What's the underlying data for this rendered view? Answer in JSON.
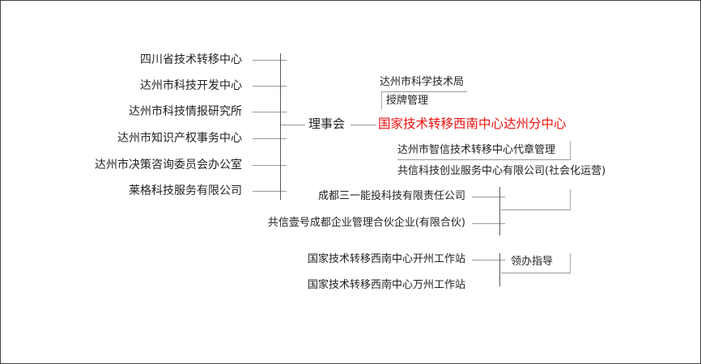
{
  "members": [
    "四川省技术转移中心",
    "达州市科技开发中心",
    "达州市科技情报研究所",
    "达州市知识产权事务中心",
    "达州市决策咨询委员会办公室",
    "莱格科技服务有限公司"
  ],
  "council": "理事会",
  "center": "国家技术转移西南中心达州分中心",
  "center_color": "#ee1111",
  "authority": "达州市科学技术局",
  "authority_relation": "授牌管理",
  "agent": "达州市智信技术转移中心代章管理",
  "operator": "共信科技创业服务中心有限公司(社会化运营)",
  "investors": [
    "成都三一能投科技有限责任公司",
    "共信壹号成都企业管理合伙企业(有限合伙)"
  ],
  "stations": [
    "国家技术转移西南中心开州工作站",
    "国家技术转移西南中心万州工作站"
  ],
  "stations_relation": "领办指导"
}
